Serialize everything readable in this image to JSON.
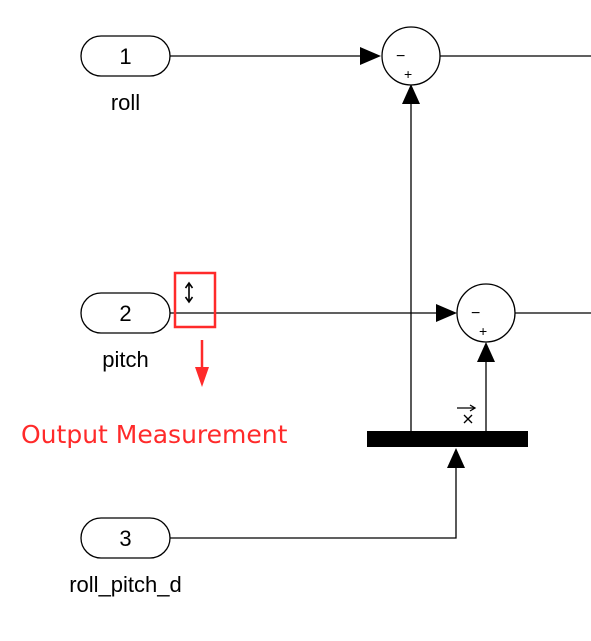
{
  "inports": [
    {
      "number": "1",
      "label": "roll"
    },
    {
      "number": "2",
      "label": "pitch"
    },
    {
      "number": "3",
      "label": "roll_pitch_d"
    }
  ],
  "sum_blocks": [
    {
      "sign_top": "−",
      "sign_bottom": "+"
    },
    {
      "sign_top": "−",
      "sign_bottom": "+"
    }
  ],
  "annotation": {
    "text": "Output Measurement",
    "color": "#ff2a2a"
  },
  "colors": {
    "line": "#000000",
    "highlight": "#ff2a2a",
    "mux_bar": "#000000"
  },
  "icons": {
    "test_point": "vertical-double-arrow-icon",
    "demux": "demux-arrow-icon"
  }
}
